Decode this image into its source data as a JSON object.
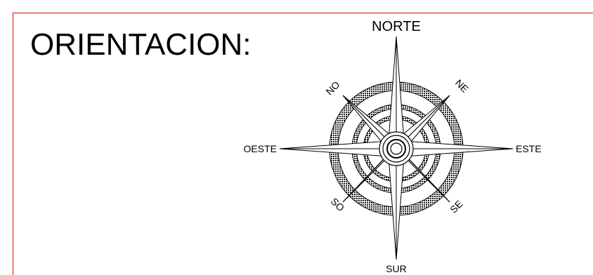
{
  "title": "ORIENTACION:",
  "compass": {
    "north": "NORTE",
    "south": "SUR",
    "east": "ESTE",
    "west": "OESTE",
    "northeast": "NE",
    "northwest": "NO",
    "southeast": "SE",
    "southwest": "SO"
  },
  "colors": {
    "frame": "#e00000",
    "ink": "#000000"
  }
}
